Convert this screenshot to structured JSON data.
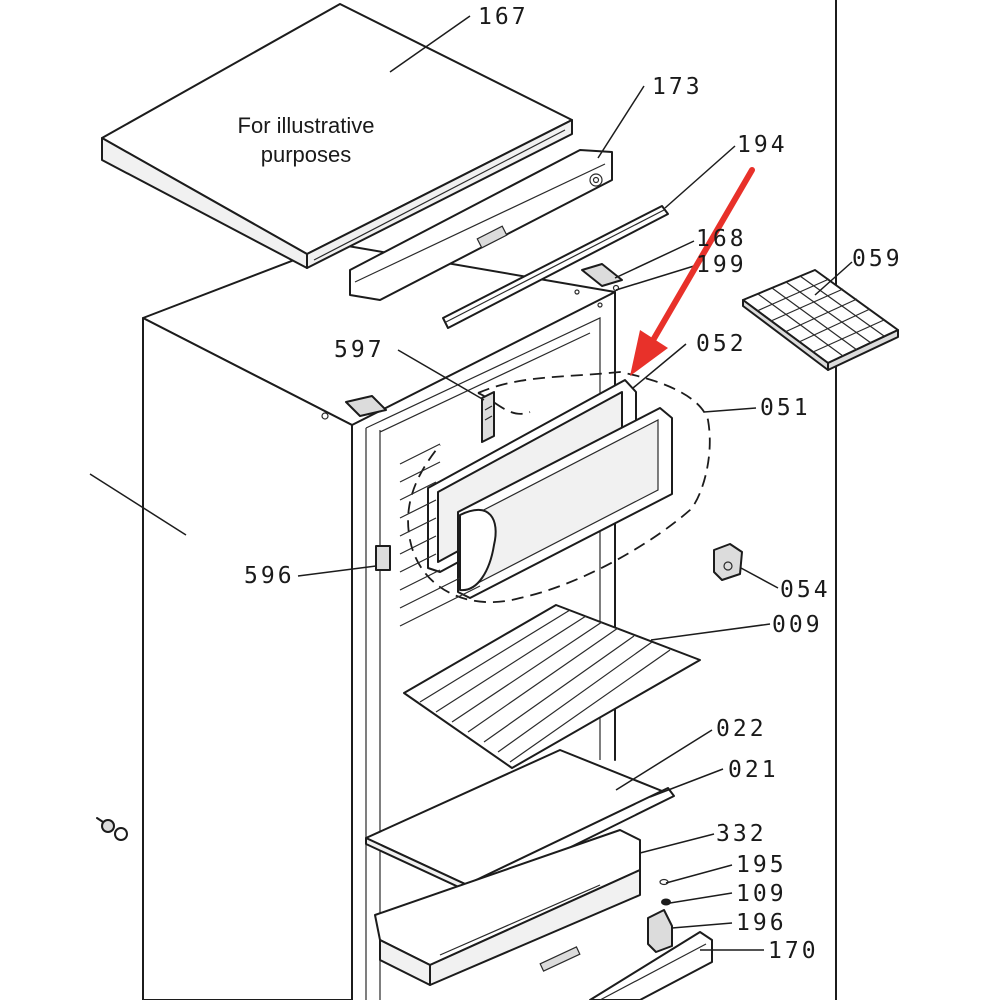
{
  "note": {
    "line1": "For illustrative",
    "line2": "purposes"
  },
  "callouts": [
    {
      "id": "167",
      "label": "167"
    },
    {
      "id": "173",
      "label": "173"
    },
    {
      "id": "194",
      "label": "194"
    },
    {
      "id": "168",
      "label": "168"
    },
    {
      "id": "199",
      "label": "199"
    },
    {
      "id": "059",
      "label": "059"
    },
    {
      "id": "052",
      "label": "052"
    },
    {
      "id": "051",
      "label": "051"
    },
    {
      "id": "597",
      "label": "597"
    },
    {
      "id": "596",
      "label": "596"
    },
    {
      "id": "054",
      "label": "054"
    },
    {
      "id": "009",
      "label": "009"
    },
    {
      "id": "022",
      "label": "022"
    },
    {
      "id": "021",
      "label": "021"
    },
    {
      "id": "332",
      "label": "332"
    },
    {
      "id": "195",
      "label": "195"
    },
    {
      "id": "109",
      "label": "109"
    },
    {
      "id": "196",
      "label": "196"
    },
    {
      "id": "170",
      "label": "170"
    }
  ],
  "highlight": {
    "color": "#e8312a",
    "target": "052"
  }
}
